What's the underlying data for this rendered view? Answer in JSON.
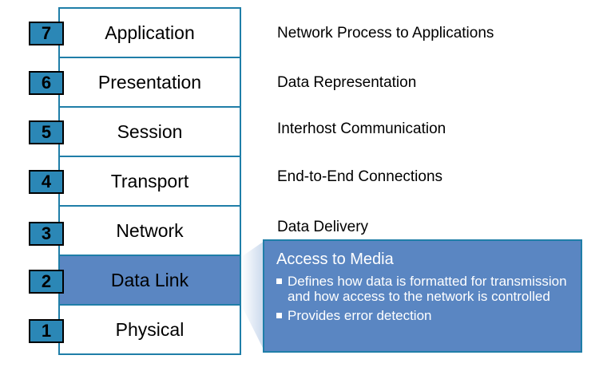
{
  "layers": [
    {
      "number": "7",
      "name": "Application",
      "description": "Network Process to Applications"
    },
    {
      "number": "6",
      "name": "Presentation",
      "description": "Data Representation"
    },
    {
      "number": "5",
      "name": "Session",
      "description": "Interhost Communication"
    },
    {
      "number": "4",
      "name": "Transport",
      "description": "End-to-End Connections"
    },
    {
      "number": "3",
      "name": "Network",
      "description": "Data Delivery"
    },
    {
      "number": "2",
      "name": "Data Link",
      "description": ""
    },
    {
      "number": "1",
      "name": "Physical",
      "description": ""
    }
  ],
  "highlighted_layer": "Data Link",
  "callout": {
    "title": "Access to Media",
    "bullets": [
      "Defines how data is formatted for transmission and how access to the network is controlled",
      "Provides error detection"
    ]
  },
  "colors": {
    "border": "#1f7ea8",
    "number_box": "#2b87b6",
    "highlight": "#5a86c2",
    "callout_text": "#ffffff"
  }
}
